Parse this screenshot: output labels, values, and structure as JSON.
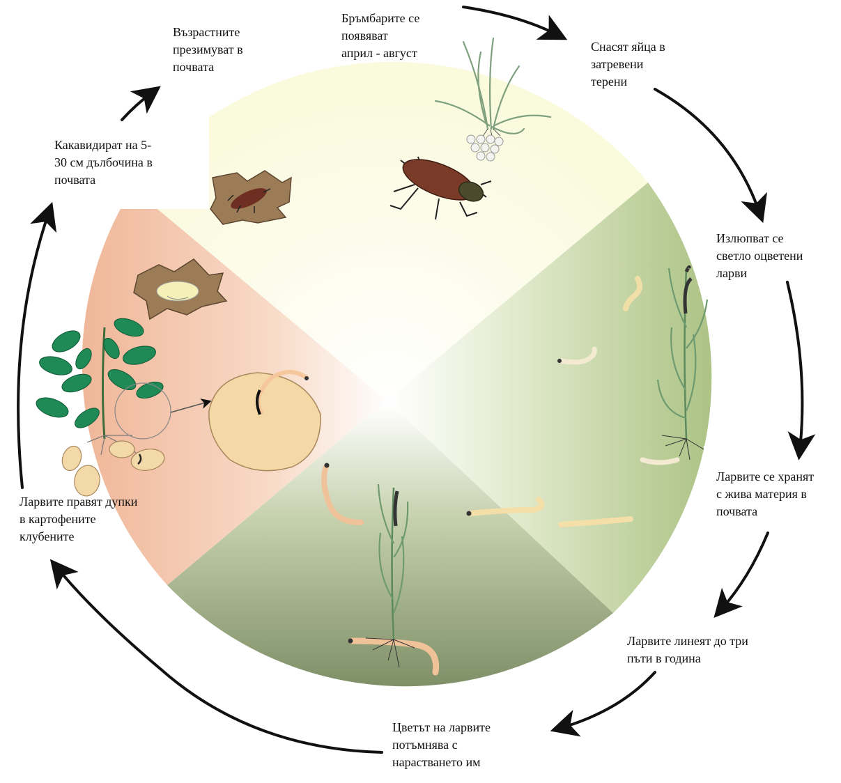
{
  "labels": {
    "adults_overwinter": "Възрастните\nпрезимуват в\nпочвата",
    "beetles_appear": "Бръмбарите се\nпоявяват\nаприл - август",
    "lay_eggs": "Снасят яйца в\nзатревени\nтерени",
    "larvae_hatch": "Излюпват се\nсветло оцветени\nларви",
    "larvae_feed": "Ларвите се хранят\nс жива материя в\nпочвата",
    "larvae_molt": "Ларвите линеят до три\nпъти в година",
    "larvae_darken": "Цветът на ларвите\nпотъмнява с\nнарастването им",
    "larvae_tubers": "Ларвите правят дупки\nв картофените\nклубените",
    "pupate": "Какавидират на 5-\n30 см дълбочина в\nпочвата"
  },
  "colors": {
    "sector_top": "#fcfbe2",
    "sector_right": "#b4c98e",
    "sector_bottom": "#7d8f64",
    "sector_left": "#f0b595",
    "arrow": "#111111",
    "beetle": "#7a3a28",
    "larva": "#f3ddb0",
    "leaf": "#1f8a56"
  }
}
